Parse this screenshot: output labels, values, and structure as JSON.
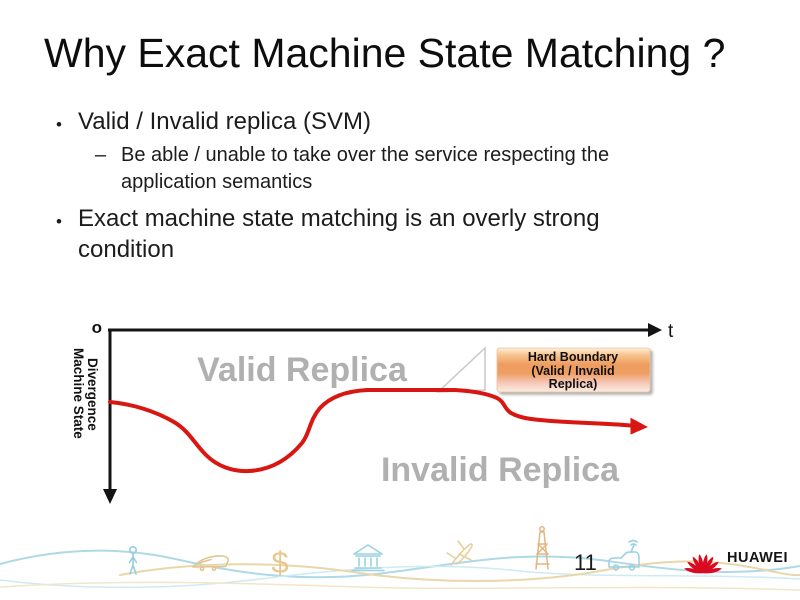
{
  "slide": {
    "title": "Why Exact Machine State Matching ?",
    "bullets": [
      {
        "marker": "•",
        "text": "Valid / Invalid replica (SVM)"
      },
      {
        "marker": "–",
        "text": "Be able / unable to take over the service respecting the application semantics"
      },
      {
        "marker": "•",
        "text": "Exact machine state matching is an overly strong condition"
      }
    ],
    "diagram": {
      "origin_label": "o",
      "x_axis_label": "t",
      "y_axis_label_line1": "Machine State",
      "y_axis_label_line2": "Divergence",
      "valid_region_label": "Valid Replica",
      "invalid_region_label": "Invalid Replica",
      "callout_line1": "Hard Boundary",
      "callout_line2": "(Valid / Invalid",
      "callout_line3": "Replica)"
    },
    "footer": {
      "page_number": "11",
      "logo_text": "HUAWEI",
      "dollar_icon_glyph": "$",
      "decorative_icons": [
        "person",
        "high-speed-train",
        "dollar-sign",
        "bank",
        "airplane",
        "drilling-tower",
        "communication-van"
      ]
    },
    "colors": {
      "curve_red": "#d91712",
      "region_label_gray": "#b0b0b0",
      "callout_orange": "#ee9c5e",
      "huawei_red": "#d80b20",
      "wave_blue": "#aed9e6",
      "wave_tan": "#ead7a9"
    }
  }
}
